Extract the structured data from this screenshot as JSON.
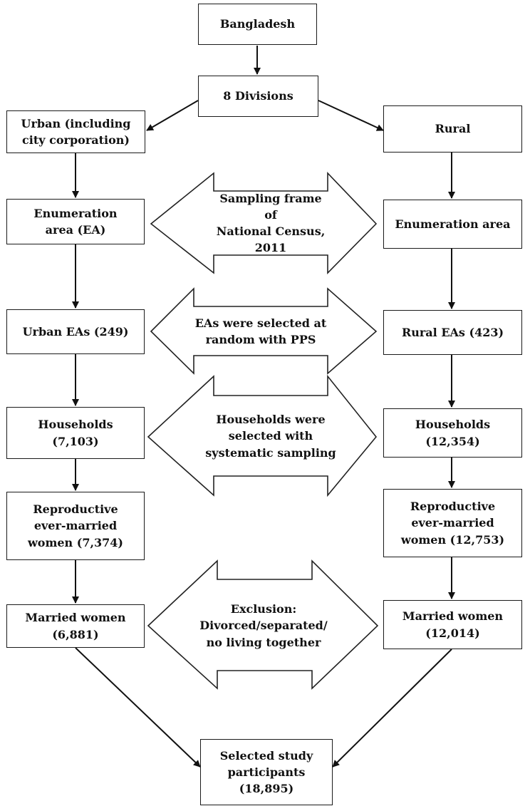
{
  "nodes": {
    "bangladesh": "Bangladesh",
    "divisions": "8 Divisions",
    "urban": "Urban (including\ncity corporation)",
    "rural": "Rural",
    "urban_ea": "Enumeration\narea (EA)",
    "rural_ea": "Enumeration area",
    "urban_eas": "Urban EAs (249)",
    "rural_eas": "Rural EAs (423)",
    "urban_households": "Households\n(7,103)",
    "rural_households": "Households\n(12,354)",
    "urban_reproductive": "Reproductive\never-married\nwomen (7,374)",
    "rural_reproductive": "Reproductive\never-married\nwomen (12,753)",
    "urban_married": "Married women\n(6,881)",
    "rural_married": "Married women\n(12,014)",
    "selected": "Selected study\nparticipants\n(18,895)"
  },
  "arrows": {
    "sampling_frame": "Sampling frame of\nNational Census, 2011",
    "eas_selected": "EAs were selected at\nrandom with PPS",
    "households_selected": "Households were\nselected with\nsystematic sampling",
    "exclusion": "Exclusion:\nDivorced/separated/\nno living together"
  }
}
